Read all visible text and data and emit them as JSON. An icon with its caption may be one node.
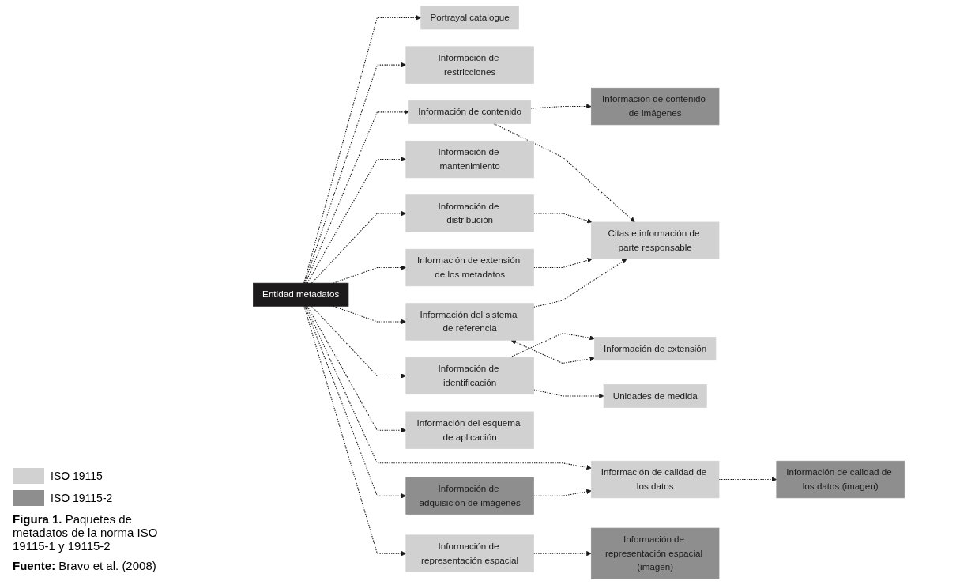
{
  "diagram": {
    "caption": "**Figura 1.** Paquetes de metadatos de la norma ISO 19115-1 y 19115-2",
    "nodes": [
      {
        "text": [
          "Entidad metadatos"
        ]
      },
      {
        "text": [
          "Portrayal catalogue"
        ]
      },
      {
        "text": [
          "Información de restricciones"
        ]
      },
      {
        "text": [
          "Información de contenido"
        ]
      },
      {
        "text": [
          "Información de contenido de imágenes"
        ]
      },
      {
        "text": [
          "Información de mantenimiento"
        ]
      },
      {
        "text": [
          "Información de distribución"
        ]
      },
      {
        "text": [
          "Citas e información de parte responsable"
        ]
      },
      {
        "text": [
          "Información del esquema de aplicación"
        ]
      },
      {
        "text": [
          "Información de extensión de los metadatos"
        ]
      },
      {
        "text": [
          "Información de calidad de los datos"
        ]
      },
      {
        "text": [
          "Información de adquisición de imágenes"
        ]
      },
      {
        "text": [
          "Información de identificación"
        ]
      },
      {
        "text": [
          "Información del sistema de referencia"
        ]
      },
      {
        "text": [
          "Información de calidad de los datos (imagen)"
        ]
      },
      {
        "text": [
          "Información de representación espacial"
        ]
      },
      {
        "text": [
          "Unidades de medida"
        ]
      },
      {
        "text": [
          "Información de extensión"
        ]
      },
      {
        "text": [
          "Información de representación espacial (imagen)"
        ]
      }
    ],
    "edges": [
      {
        "from": 0,
        "to": 1,
        "arrow": "to",
        "style": "dashed"
      },
      {
        "from": 0,
        "to": 2,
        "arrow": "to",
        "style": "dashed"
      },
      {
        "from": 0,
        "to": 3,
        "arrow": "to",
        "style": "dashed"
      },
      {
        "from": 3,
        "to": 4,
        "arrow": "to",
        "style": "dashed"
      },
      {
        "from": 3,
        "to": 7,
        "arrow": "to",
        "style": "dashed"
      },
      {
        "from": 0,
        "to": 5,
        "arrow": "to",
        "style": "dashed"
      },
      {
        "from": 0,
        "to": 6,
        "arrow": "to",
        "style": "dashed"
      },
      {
        "from": 6,
        "to": 7,
        "arrow": "to",
        "style": "dashed"
      },
      {
        "from": 0,
        "to": 8,
        "arrow": "to",
        "style": "dashed"
      },
      {
        "from": 0,
        "to": 9,
        "arrow": "to",
        "style": "dashed"
      },
      {
        "from": 9,
        "to": 7,
        "arrow": "to",
        "style": "dashed"
      },
      {
        "from": 0,
        "to": 10,
        "arrow": "to",
        "style": "dashed"
      },
      {
        "from": 0,
        "to": 11,
        "arrow": "to",
        "style": "dashed"
      },
      {
        "from": 11,
        "to": 10,
        "arrow": "to",
        "style": "dashed"
      },
      {
        "from": 0,
        "to": 12,
        "arrow": "to",
        "style": "dashed"
      },
      {
        "from": 0,
        "to": 13,
        "arrow": "to",
        "style": "dashed"
      },
      {
        "from": 13,
        "to": 7,
        "arrow": "to",
        "style": "dashed"
      },
      {
        "from": 10,
        "to": 14,
        "arrow": "to",
        "style": "dashed"
      },
      {
        "from": 0,
        "to": 15,
        "arrow": "to",
        "style": "dashed"
      },
      {
        "from": 12,
        "to": 16,
        "arrow": "to",
        "style": "dashed"
      },
      {
        "from": 12,
        "to": 17,
        "arrow": "to",
        "style": "dashed"
      },
      {
        "from": 13,
        "to": 17,
        "arrow": "both",
        "style": "dashed"
      },
      {
        "from": 15,
        "to": 18,
        "arrow": "to",
        "style": "dashed"
      }
    ],
    "labels": [
      "**Fuente:** Bravo et al. (2008)"
    ],
    "legend": [
      {
        "text": "ISO 19115",
        "color": "#d1d1d1"
      },
      {
        "text": "ISO 19115-2",
        "color": "#8e8e8e"
      }
    ]
  }
}
